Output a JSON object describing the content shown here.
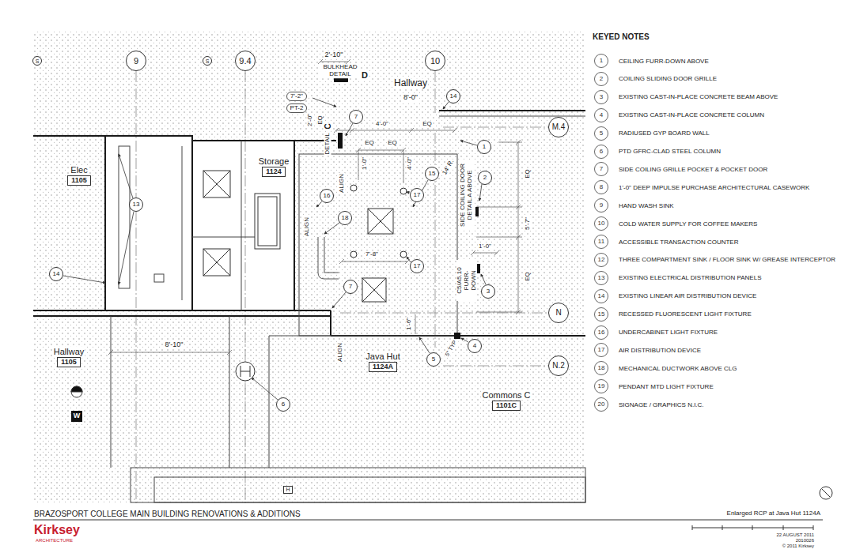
{
  "diagram": {
    "nodes": [
      {
        "text": [
          "S"
        ]
      },
      {
        "text": [
          "9"
        ]
      },
      {
        "text": [
          "S"
        ]
      },
      {
        "text": [
          "9.4"
        ]
      },
      {
        "text": [
          "10"
        ]
      },
      {
        "text": [
          "7'-2\""
        ]
      },
      {
        "text": [
          "PT-2"
        ]
      },
      {
        "text": [
          "14"
        ]
      },
      {
        "text": [
          "7"
        ]
      },
      {
        "text": [
          "M.4"
        ]
      },
      {
        "text": [
          "1"
        ]
      },
      {
        "text": [
          "Elec",
          "1105"
        ]
      },
      {
        "text": [
          "Storage",
          "1124"
        ]
      },
      {
        "text": [
          "15"
        ]
      },
      {
        "text": [
          "2"
        ]
      },
      {
        "text": [
          "17"
        ]
      },
      {
        "text": [
          "16"
        ]
      },
      {
        "text": [
          "13"
        ]
      },
      {
        "text": [
          "18"
        ]
      },
      {
        "text": [
          "17"
        ]
      },
      {
        "text": [
          "14"
        ]
      },
      {
        "text": [
          "7"
        ]
      },
      {
        "text": [
          "3"
        ]
      },
      {
        "text": [
          "N"
        ]
      },
      {
        "text": [
          "4"
        ]
      },
      {
        "text": [
          "Hallway",
          "1105"
        ]
      },
      {
        "text": [
          "Java Hut",
          "1124A"
        ]
      },
      {
        "text": [
          "5"
        ]
      },
      {
        "text": [
          "N.2"
        ]
      },
      {
        "text": [
          "Commons C",
          "1101C"
        ]
      },
      {
        "text": [
          "6"
        ]
      },
      {
        "text": [
          "W"
        ]
      },
      {
        "text": [
          "H"
        ]
      },
      {
        "text": [
          "1",
          "CEILING FURR-DOWN ABOVE"
        ]
      },
      {
        "text": [
          "2",
          "COILING SLIDING DOOR GRILLE"
        ]
      },
      {
        "text": [
          "3",
          "EXISTING CAST-IN-PLACE CONCRETE BEAM ABOVE"
        ]
      },
      {
        "text": [
          "4",
          "EXISTING CAST-IN-PLACE CONCRETE COLUMN"
        ]
      },
      {
        "text": [
          "5",
          "RADIUSED GYP BOARD WALL"
        ]
      },
      {
        "text": [
          "6",
          "PTD GFRC-CLAD STEEL COLUMN"
        ]
      },
      {
        "text": [
          "7",
          "SIDE COILING GRILLE POCKET & POCKET DOOR"
        ]
      },
      {
        "text": [
          "8",
          "1'-0\" DEEP IMPULSE PURCHASE ARCHITECTURAL CASEWORK"
        ]
      },
      {
        "text": [
          "9",
          "HAND WASH SINK"
        ]
      },
      {
        "text": [
          "10",
          "COLD WATER SUPPLY FOR COFFEE MAKERS"
        ]
      },
      {
        "text": [
          "11",
          "ACCESSIBLE TRANSACTION COUNTER"
        ]
      },
      {
        "text": [
          "12",
          "THREE COMPARTMENT SINK / FLOOR SINK W/ GREASE INTERCEPTOR"
        ]
      },
      {
        "text": [
          "13",
          "EXISTING ELECTRICAL DISTRIBUTION PANELS"
        ]
      },
      {
        "text": [
          "14",
          "EXISTING LINEAR AIR DISTRIBUTION DEVICE"
        ]
      },
      {
        "text": [
          "15",
          "RECESSED FLUORESCENT LIGHT FIXTURE"
        ]
      },
      {
        "text": [
          "16",
          "UNDERCABINET LIGHT FIXTURE"
        ]
      },
      {
        "text": [
          "17",
          "AIR DISTRIBUTION DEVICE"
        ]
      },
      {
        "text": [
          "18",
          "MECHANICAL DUCTWORK ABOVE CLG"
        ]
      },
      {
        "text": [
          "19",
          "PENDANT MTD LIGHT FIXTURE"
        ]
      },
      {
        "text": [
          "20",
          "SIGNAGE / GRAPHICS N.I.C."
        ]
      }
    ],
    "labels": [
      "Hallway",
      "8'-0\"",
      "2'-10\"",
      "BULKHEAD DETAIL",
      "D",
      "2'-0\"",
      "EQ",
      "DETAIL",
      "C",
      "4'-0\"",
      "EQ",
      "EQ",
      "EQ",
      "1'-0\"",
      "4'-0\"",
      "14' R.",
      "ALIGN",
      "SIDE COILING DOOR DETAIL A ABOVE",
      "EQ",
      "5'-7\"",
      "EQ",
      "ALIGN",
      "7'-8\"",
      "1'-0\"",
      "C5/A5.10 FURR-DOWN",
      "1'-6\"",
      "5\" TYP",
      "ALIGN",
      "8'-10\"",
      "KEYED NOTES",
      "BRAZOSPORT COLLEGE MAIN BUILDING RENOVATIONS & ADDITIONS",
      "Kirksey",
      "ARCHITECTURE",
      "Enlarged RCP at Java Hut 1124A",
      "22 AUGUST 2011",
      "2010026",
      "© 2011 Kirksey"
    ]
  }
}
